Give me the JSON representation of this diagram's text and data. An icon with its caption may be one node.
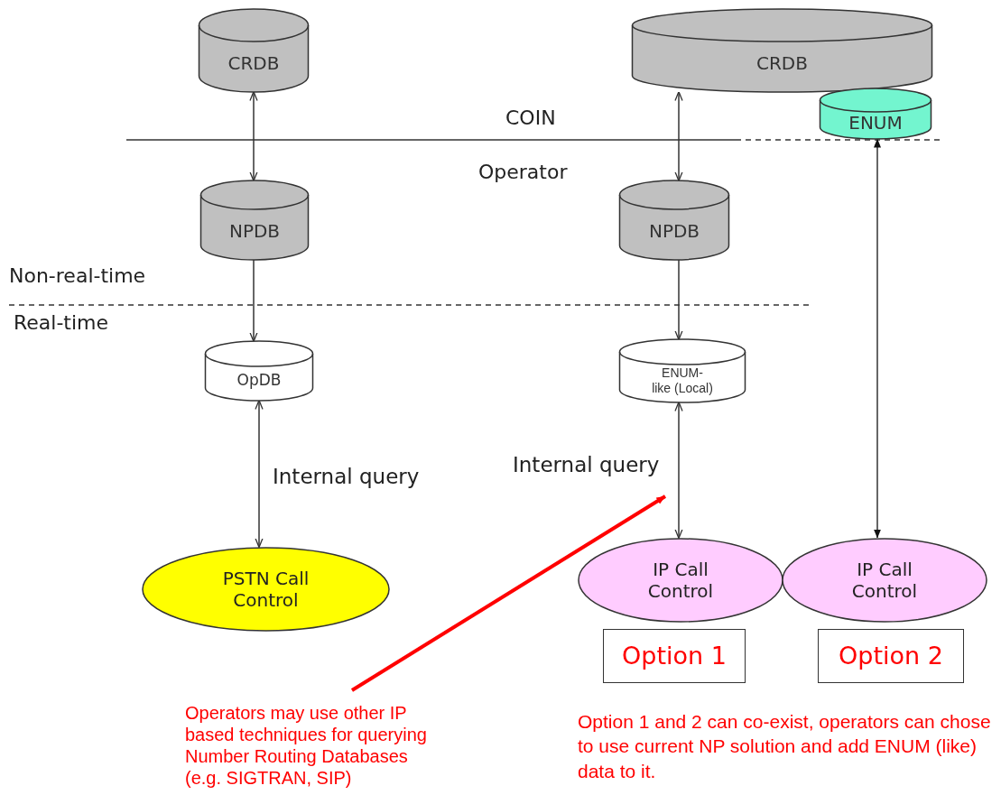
{
  "diagram": {
    "nodes": [
      {
        "text": [
          "CRDB"
        ]
      },
      {
        "text": [
          "CRDB"
        ]
      },
      {
        "text": [
          "ENUM"
        ]
      },
      {
        "text": [
          "NPDB"
        ]
      },
      {
        "text": [
          "NPDB"
        ]
      },
      {
        "text": [
          "OpDB"
        ]
      },
      {
        "text": [
          "ENUM- like (Local)"
        ]
      },
      {
        "text": [
          "PSTN Call Control"
        ]
      },
      {
        "text": [
          "IP Call Control"
        ]
      },
      {
        "text": [
          "IP Call Control"
        ]
      },
      {
        "text": [
          "Option 1"
        ]
      },
      {
        "text": [
          "Option 2"
        ]
      },
      {
        "text": [
          "Operators may use other IP based techniques for querying Number Routing Databases (e.g. SIGTRAN,  SIP)"
        ]
      }
    ],
    "edges": [
      {
        "from": 0,
        "to": 3,
        "arrow": "both"
      },
      {
        "from": 3,
        "to": 5,
        "arrow": "to"
      },
      {
        "from": 1,
        "to": 4,
        "arrow": "both"
      },
      {
        "from": 4,
        "to": 6,
        "arrow": "to"
      },
      {
        "from": 5,
        "to": 7,
        "arrow": "both"
      },
      {
        "from": 6,
        "to": 8,
        "arrow": "both"
      },
      {
        "from": 9,
        "to": 2,
        "arrow": "both"
      },
      {
        "from": 12,
        "to": null,
        "arrow": "to",
        "style": "thick",
        "color": "#ff0000"
      }
    ],
    "labels": [
      "COIN",
      "Operator",
      "Non-real-time",
      "Real-time",
      "Internal query",
      "Internal query",
      "Option 1 and 2 can co-exist, operators can chose to use current NP solution and add ENUM (like) data to it."
    ]
  }
}
